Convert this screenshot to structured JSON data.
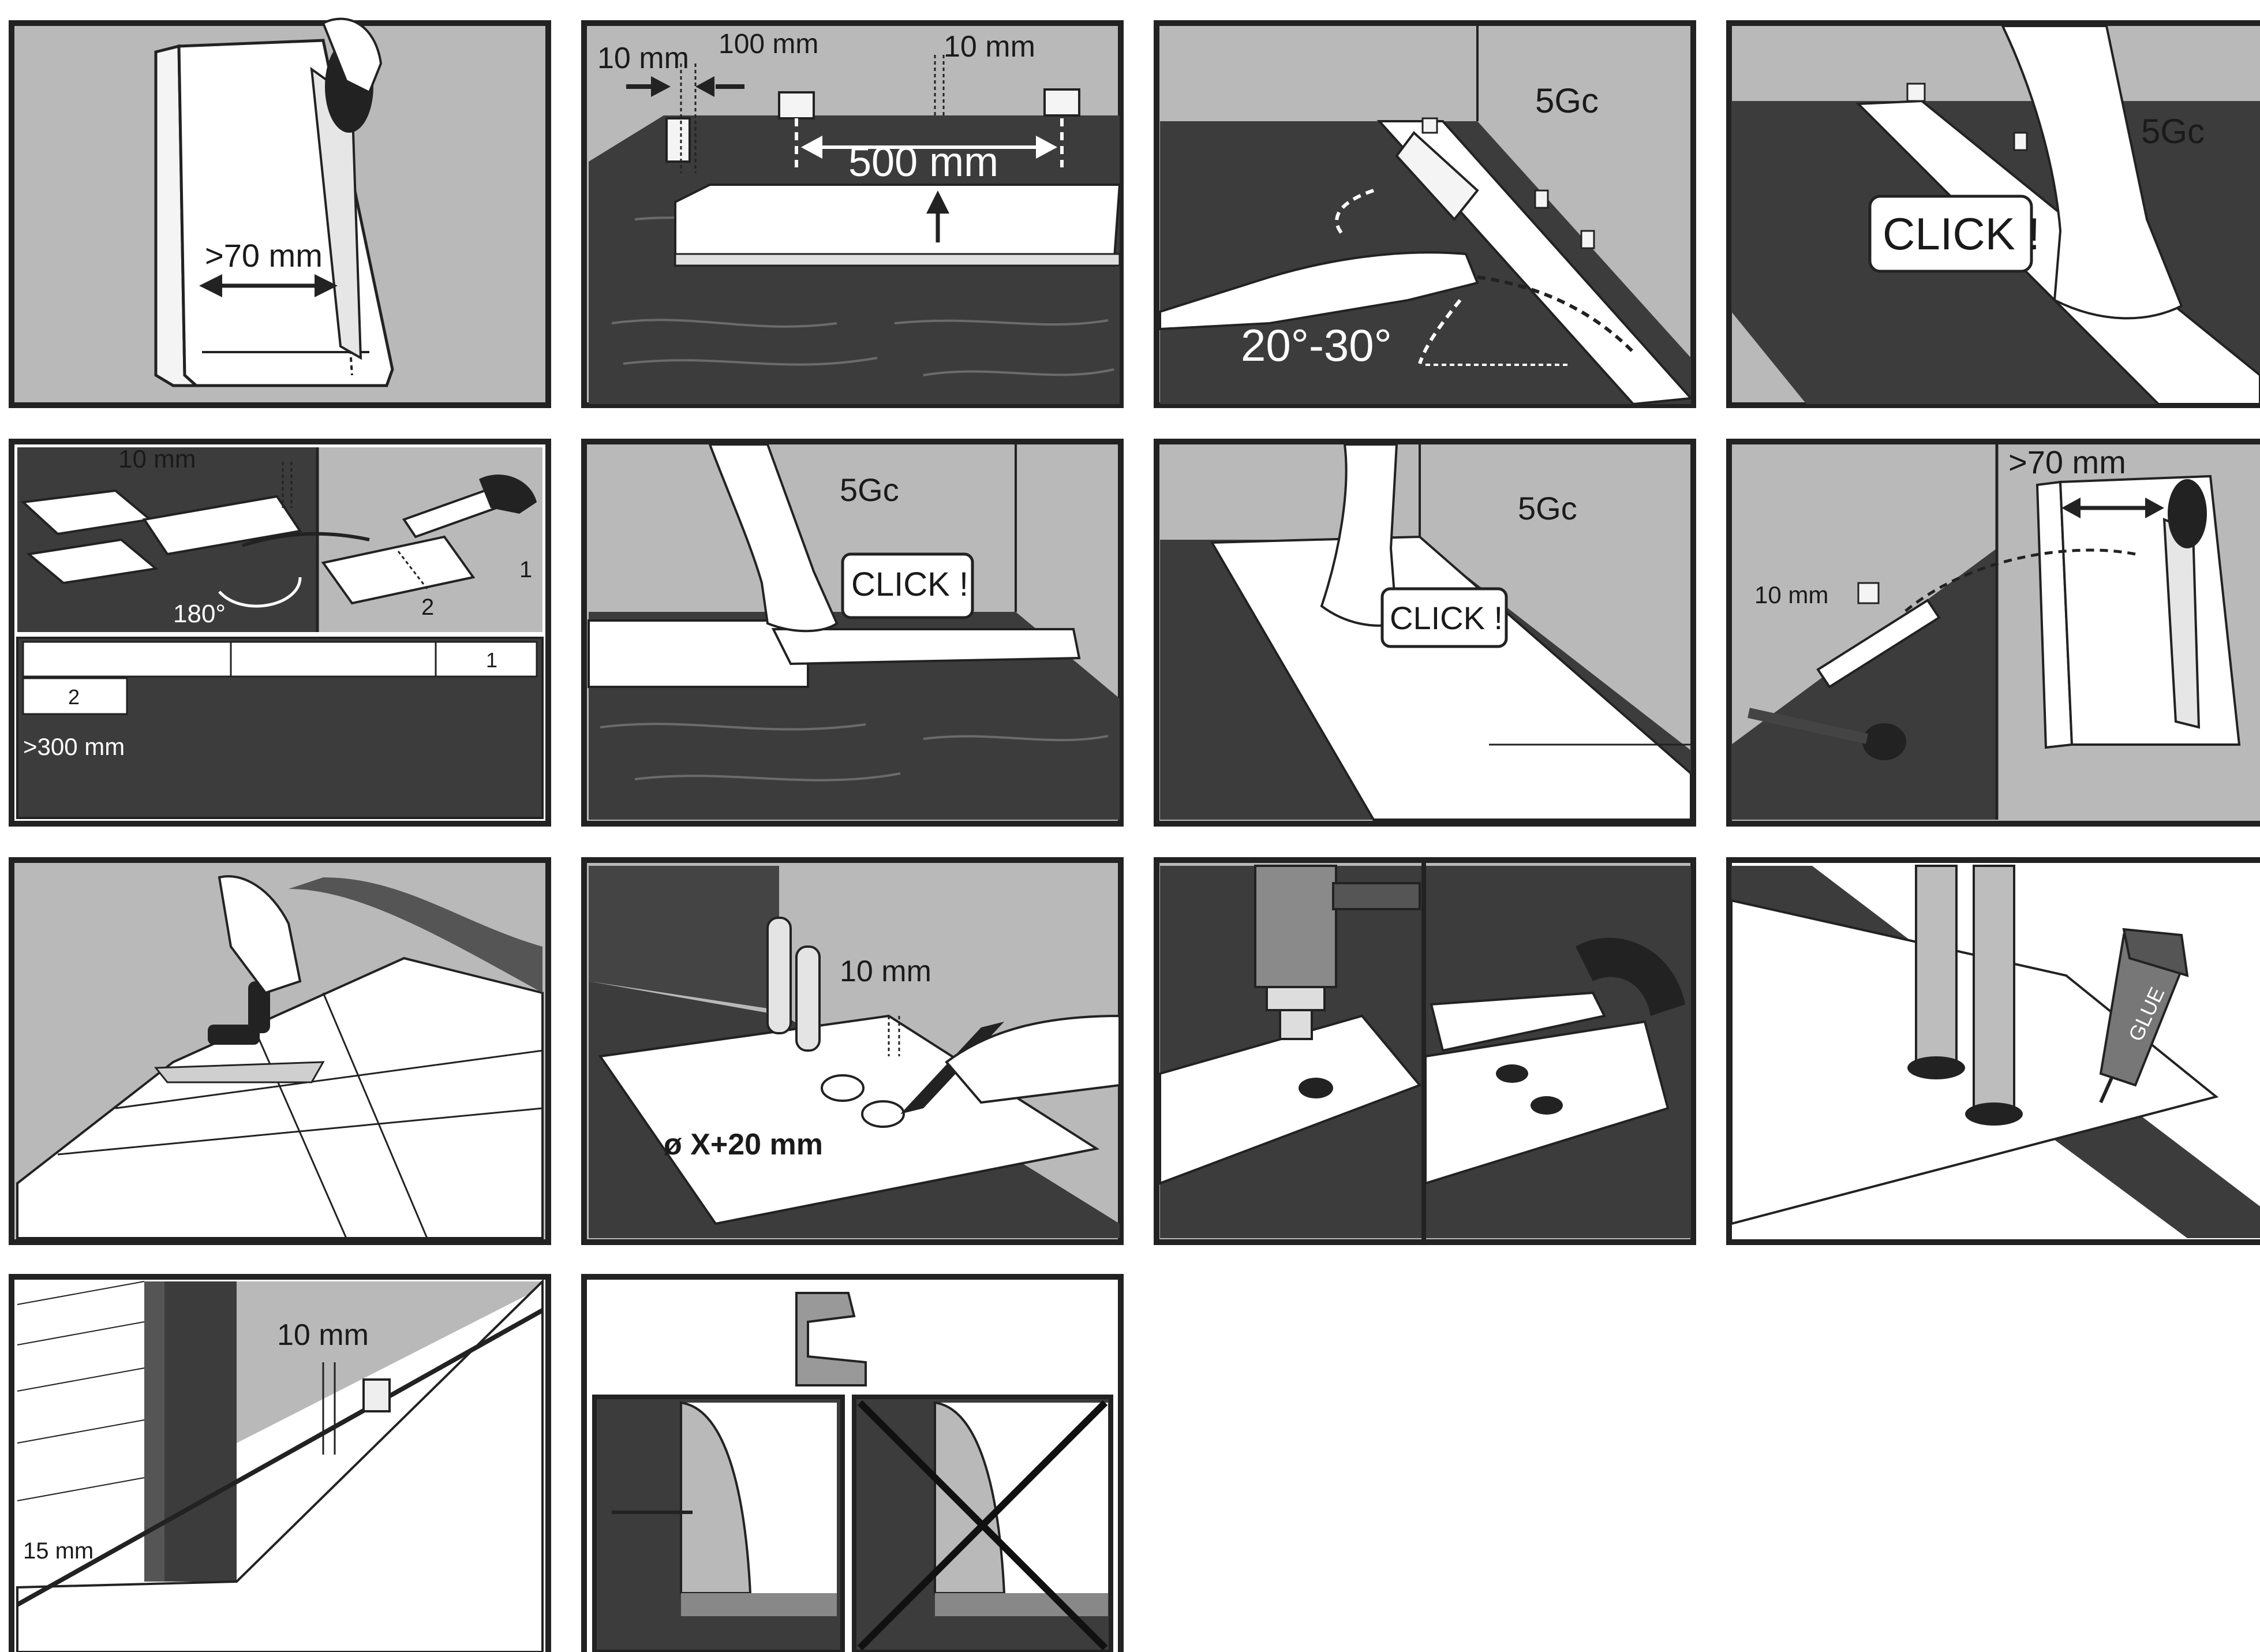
{
  "labels": {
    "p1_dim": ">70 mm",
    "p2_gap_left": "10 mm",
    "p2_gap_mid": "100 mm",
    "p2_gap_right": "10 mm",
    "p2_spacing": "500 mm",
    "p3_code": "5Gc",
    "p3_angle": "20°-30°",
    "p4_code": "5Gc",
    "p4_click": "CLICK !",
    "p5_gap": "10 mm",
    "p5_rotate": "180°",
    "p5_piece1": "1",
    "p5_piece2": "2",
    "p5_row_piece1": "1",
    "p5_row_piece2": "2",
    "p5_offset": ">300 mm",
    "p6_code": "5Gc",
    "p6_click": "CLICK !",
    "p7_code": "5Gc",
    "p7_click": "CLICK !",
    "p8_gap": "10 mm",
    "p8_dim": ">70 mm",
    "p10_diameter": "ø X",
    "p10_gap": "10 mm",
    "p10_hole": "ø X+20 mm",
    "p12_glue": "GLUE",
    "p13_gap": "10 mm",
    "p13_door": "15 mm"
  },
  "colors": {
    "floor_dark": "#3c3c3c",
    "wall_grey": "#b9b9b9",
    "panel_light": "#f4f4f4",
    "frame": "#222222"
  },
  "icons": [
    "hand-saw-icon",
    "spacer-icon",
    "drill-icon",
    "glue-tube-icon",
    "skirting-clip-icon",
    "forbidden-cross-icon"
  ]
}
